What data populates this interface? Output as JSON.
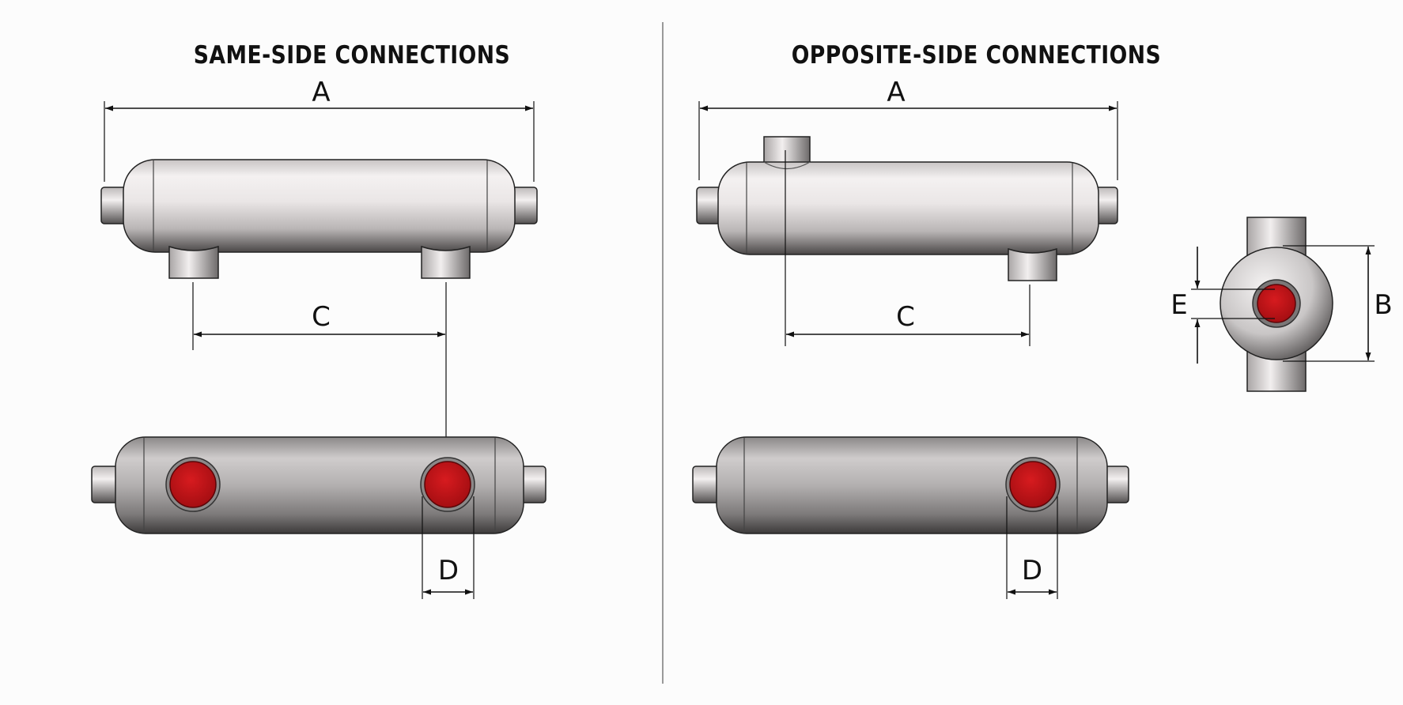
{
  "sections": {
    "same_side": {
      "title": "SAME-SIDE CONNECTIONS",
      "dim_a": "A",
      "dim_c": "C",
      "dim_d": "D"
    },
    "opposite_side": {
      "title": "OPPOSITE-SIDE CONNECTIONS",
      "dim_a": "A",
      "dim_c": "C",
      "dim_d": "D"
    },
    "end_view": {
      "dim_b": "B",
      "dim_e": "E"
    }
  },
  "colors": {
    "background": "#fcfcfc",
    "port_red": "#c8141b",
    "dimension_line": "#111111",
    "shell_light": "#efecec",
    "shell_dark": "#5a5858"
  }
}
